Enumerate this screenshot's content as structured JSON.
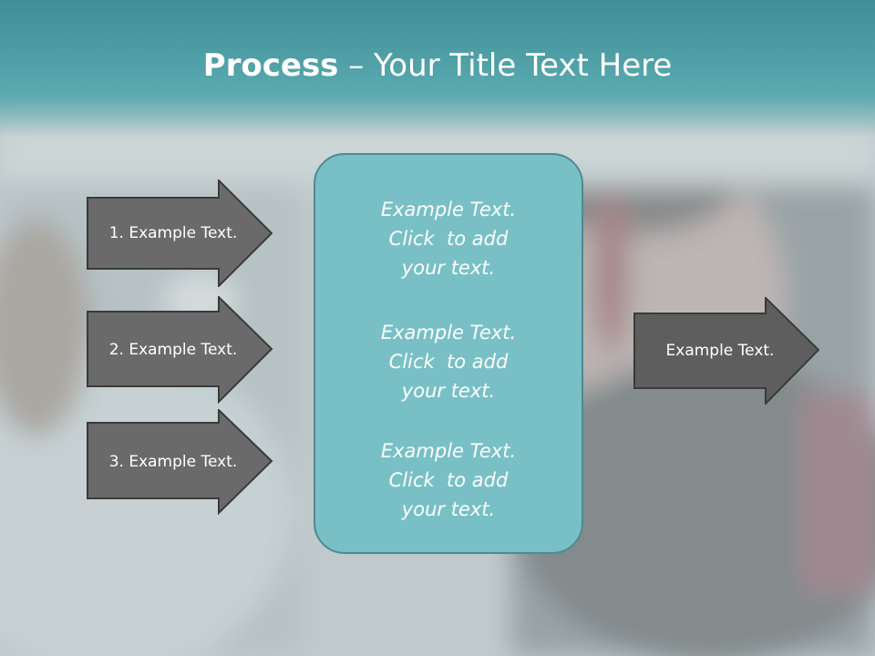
{
  "slide": {
    "title_bold": "Process",
    "title_rest": " – Your Title Text Here",
    "left_arrows": [
      {
        "label": "1. Example Text."
      },
      {
        "label": "2. Example Text."
      },
      {
        "label": "3. Example Text."
      }
    ],
    "center_blocks": [
      {
        "line1": "Example Text.",
        "line2": "Click  to add",
        "line3": "your text."
      },
      {
        "line1": "Example Text.",
        "line2": "Click  to add",
        "line3": "your text."
      },
      {
        "line1": "Example Text.",
        "line2": "Click  to add",
        "line3": "your text."
      }
    ],
    "right_arrow": {
      "label": "Example Text."
    },
    "colors": {
      "header": "#4fa0a6",
      "arrow_fill": "#6a6a6a",
      "center_box": "#78c0c6",
      "center_border": "#4d8b8f"
    }
  }
}
